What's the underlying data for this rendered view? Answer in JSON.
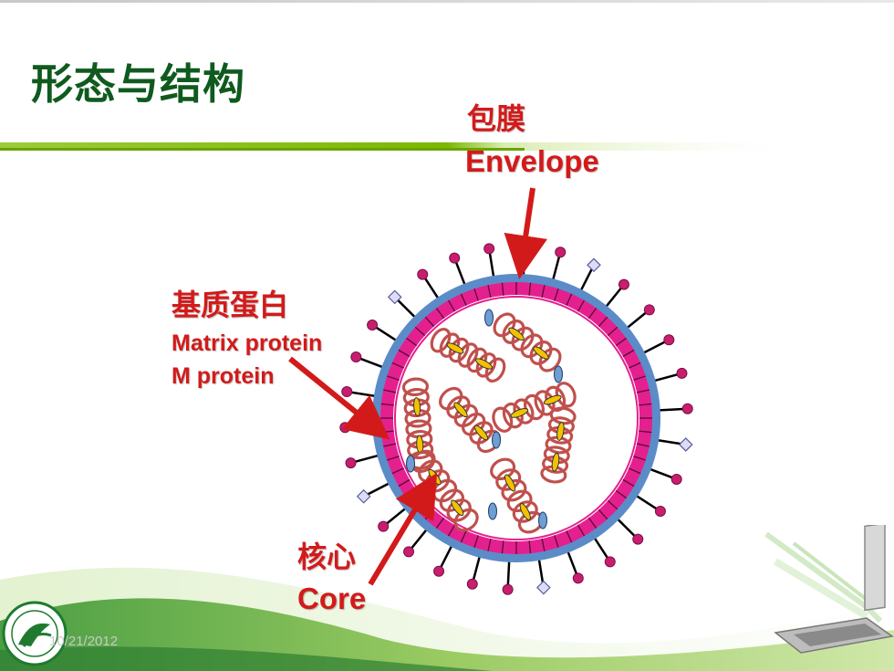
{
  "slide": {
    "title": "形态与结构",
    "date": "10/21/2012"
  },
  "labels": {
    "envelope": {
      "cn": "包膜",
      "en": "Envelope"
    },
    "matrix": {
      "cn": "基质蛋白",
      "en1": "Matrix protein",
      "en2": "M protein"
    },
    "core": {
      "cn": "核心",
      "en": "Core"
    }
  },
  "colors": {
    "title": "#0f5a1e",
    "label": "#d31a1a",
    "envelope_outer": "#5b8cc8",
    "membrane": "#e4208f",
    "spike_head": "#c81e6e",
    "coil": "#c0504d",
    "inner_oval": "#f2c200",
    "green_band": "#7ab800"
  },
  "decorations": [
    "university-logo-icon",
    "laptop-icon"
  ]
}
